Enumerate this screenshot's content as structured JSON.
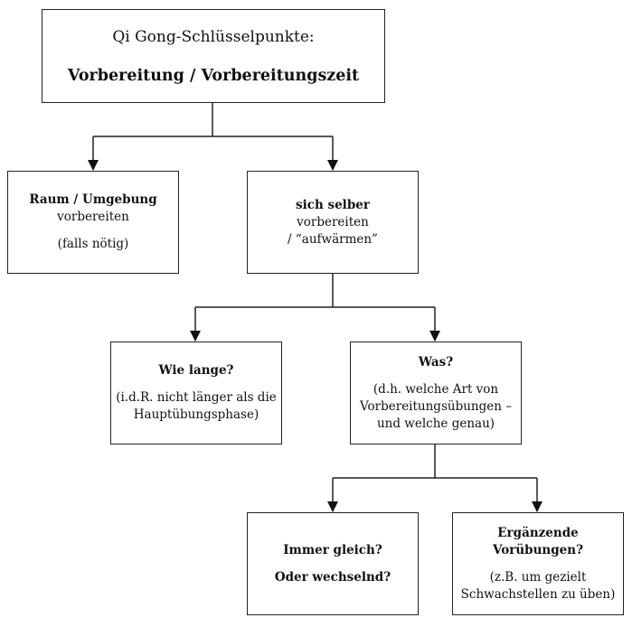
{
  "root": {
    "subtitle": "Qi Gong-Schlüsselpunkte:",
    "title": "Vorbereitung / Vorbereitungszeit"
  },
  "level1": {
    "left": {
      "heading": "Raum / Umgebung",
      "line2": "vorbereiten",
      "note": "(falls nötig)"
    },
    "right": {
      "heading": "sich selber",
      "line2": "vorbereiten",
      "line3": "/ “aufwärmen”"
    }
  },
  "level2": {
    "left": {
      "heading": "Wie lange?",
      "note1": "(i.d.R. nicht länger als die",
      "note2": "Hauptübungsphase)"
    },
    "right": {
      "heading": "Was?",
      "note1": "(d.h. welche Art von",
      "note2": "Vorbereitungsübungen –",
      "note3": "und welche genau)"
    }
  },
  "level3": {
    "left": {
      "line1": "Immer gleich?",
      "line2": "Oder wechselnd?"
    },
    "right": {
      "heading1": "Ergänzende",
      "heading2": "Vorübungen?",
      "note1": "(z.B. um gezielt",
      "note2": "Schwachstellen zu üben)"
    }
  },
  "colors": {
    "line": "#222222",
    "background": "#ffffff"
  }
}
